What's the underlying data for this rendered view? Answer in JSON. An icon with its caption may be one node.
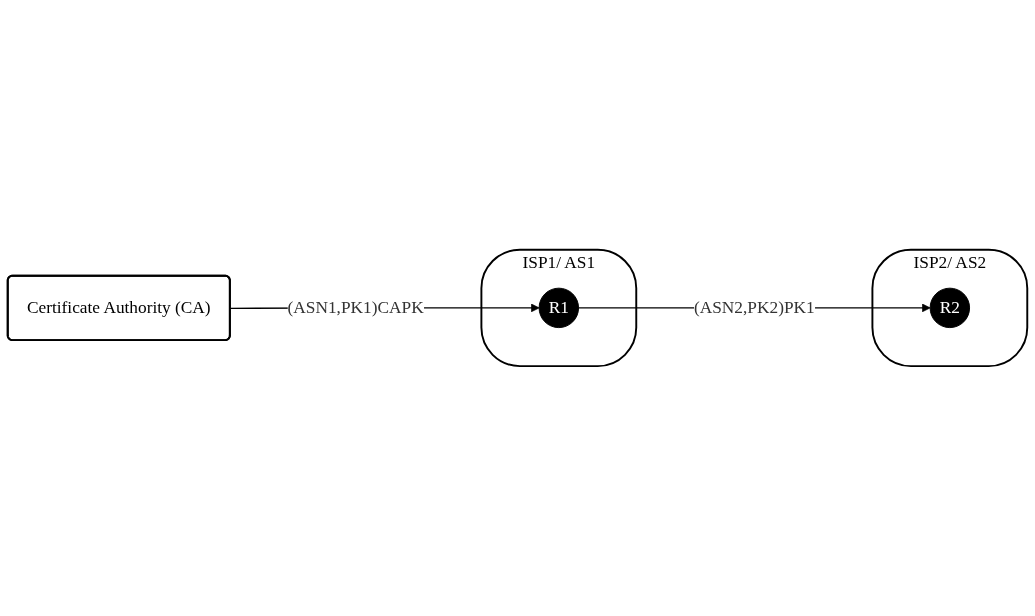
{
  "diagram": {
    "nodes": [
      {
        "text": [
          "ISP1/ AS1"
        ]
      },
      {
        "text": [
          "R1"
        ],
        "in": 0
      },
      {
        "text": [
          "Certificate Authority (CA)"
        ]
      },
      {
        "text": [
          "ISP2/ AS2"
        ]
      },
      {
        "text": [
          "R2"
        ],
        "in": 3
      }
    ],
    "edges": [
      {
        "from": 2,
        "to": 1,
        "arrow": "to",
        "label": "(ASN1,PK1)CAPK"
      },
      {
        "from": 1,
        "to": 4,
        "arrow": "to",
        "label": "(ASN2,PK2)PK1"
      }
    ]
  }
}
